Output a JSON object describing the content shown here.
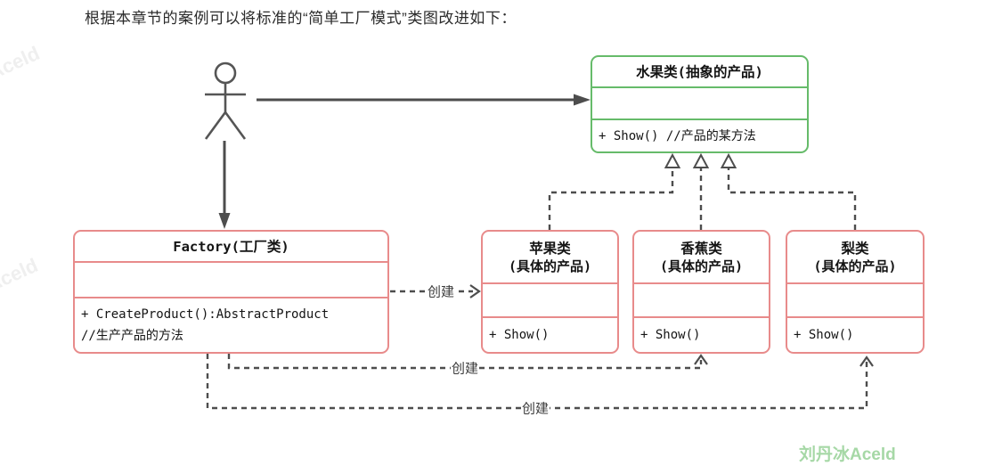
{
  "page": {
    "title": "根据本章节的案例可以将标准的“简单工厂模式”类图改进如下："
  },
  "colors": {
    "green_border": "#66bb6a",
    "red_border": "#e88b8b",
    "line_gray": "#4d4d4d",
    "watermark_green": "#a6d8a6",
    "watermark_faint_gray": "#efefef"
  },
  "classes": {
    "abstract_product": {
      "title": "水果类(抽象的产品)",
      "methods": [
        "+ Show() //产品的某方法"
      ]
    },
    "factory": {
      "title": "Factory(工厂类)",
      "methods": [
        "+ CreateProduct():AbstractProduct",
        "//生产产品的方法"
      ]
    },
    "apple": {
      "title_line1": "苹果类",
      "title_line2": "(具体的产品)",
      "methods": [
        "+ Show()"
      ]
    },
    "banana": {
      "title_line1": "香蕉类",
      "title_line2": "(具体的产品)",
      "methods": [
        "+ Show()"
      ]
    },
    "pear": {
      "title_line1": "梨类",
      "title_line2": "(具体的产品)",
      "methods": [
        "+ Show()"
      ]
    }
  },
  "labels": {
    "create1": "创建",
    "create2": "创建",
    "create3": "创建"
  },
  "watermark": {
    "main": "刘丹冰Aceld",
    "faint": "Aceld"
  }
}
